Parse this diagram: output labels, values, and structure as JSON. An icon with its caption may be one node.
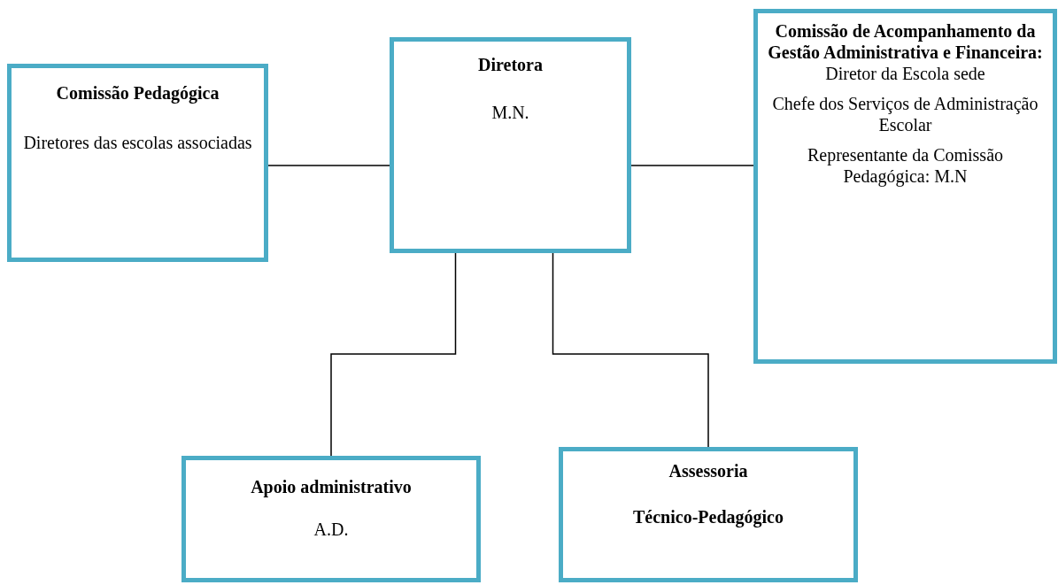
{
  "diagram": {
    "nodes": [
      {
        "text": [
          "Comissão Pedagógica",
          "Diretores das escolas associadas"
        ]
      },
      {
        "text": [
          "Diretora",
          "M.N."
        ]
      },
      {
        "text": [
          "Comissão de Acompanhamento da Gestão Administrativa e Financeira:",
          "Diretor da Escola sede",
          "Chefe dos Serviços de Administração Escolar",
          "Representante da Comissão Pedagógica: M.N"
        ]
      },
      {
        "text": [
          "Apoio administrativo",
          "A.D."
        ]
      },
      {
        "text": [
          "Assessoria",
          "Técnico-Pedagógico"
        ]
      }
    ],
    "edges": [
      {
        "from": 0,
        "to": 1,
        "arrow": "none"
      },
      {
        "from": 1,
        "to": 2,
        "arrow": "none"
      },
      {
        "from": 1,
        "to": 3,
        "arrow": "none"
      },
      {
        "from": 1,
        "to": 4,
        "arrow": "none"
      }
    ]
  }
}
